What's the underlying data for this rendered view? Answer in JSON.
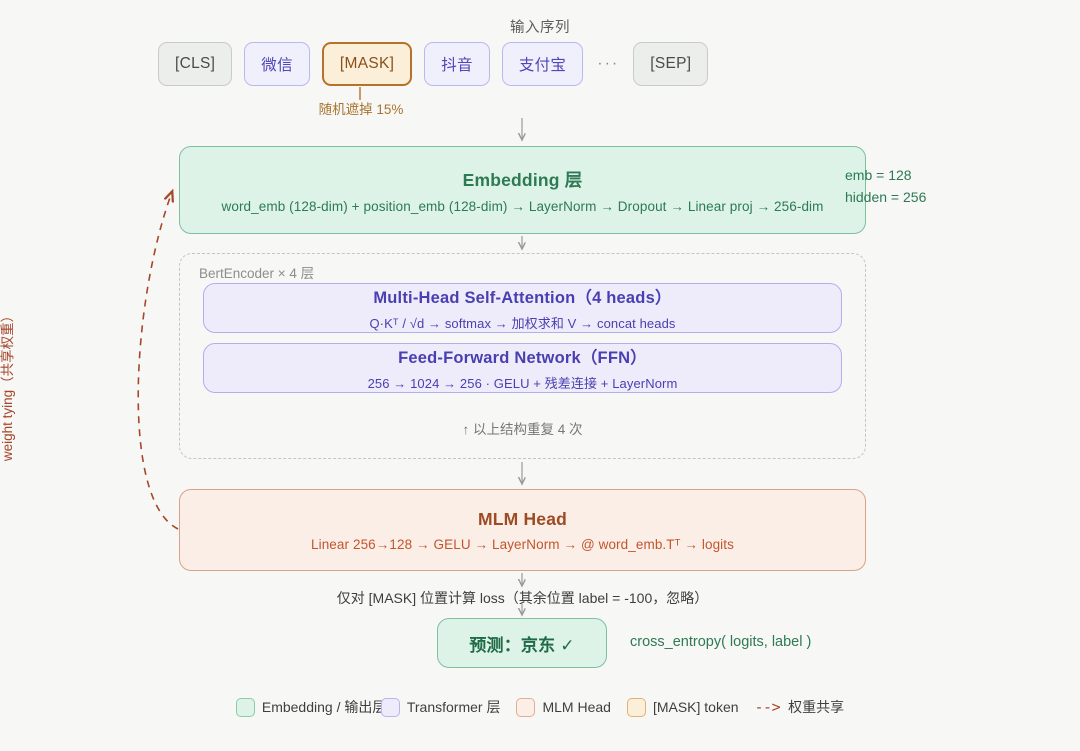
{
  "diagram": {
    "input_label": "输入序列",
    "tokens": [
      {
        "text": "[CLS]",
        "kind": "special"
      },
      {
        "text": "微信",
        "kind": "word"
      },
      {
        "text": "[MASK]",
        "kind": "mask"
      },
      {
        "text": "抖音",
        "kind": "word"
      },
      {
        "text": "支付宝",
        "kind": "word"
      },
      {
        "text": "···",
        "kind": "dots"
      },
      {
        "text": "[SEP]",
        "kind": "special"
      }
    ],
    "mask_note": "随机遮掉 15%",
    "embedding": {
      "title": "Embedding 层",
      "sub": "word_emb (128-dim) + position_emb (128-dim) → LayerNorm → Dropout → Linear proj → 256-dim",
      "note_line1": "emb = 128",
      "note_line2": "hidden = 256"
    },
    "encoder": {
      "label": "BertEncoder × 4 层",
      "attention": {
        "title": "Multi-Head Self-Attention（4 heads）",
        "sub": "Q·Kᵀ / √d → softmax → 加权求和 V → concat heads"
      },
      "ffn": {
        "title": "Feed-Forward Network（FFN）",
        "sub": "256 → 1024 → 256 · GELU + 残差连接 + LayerNorm"
      },
      "repeat_note": "↑ 以上结构重复 4 次"
    },
    "mlm_head": {
      "title": "MLM Head",
      "sub": "Linear 256→128 → GELU → LayerNorm → @ word_emb.Tᵀ → logits"
    },
    "loss_note": "仅对 [MASK] 位置计算 loss（其余位置 label = -100，忽略）",
    "prediction": "预测：京东 ✓",
    "cross_entropy": "cross_entropy( logits, label )",
    "weight_tying_label": "weight tying（共享权重）",
    "legend": [
      {
        "label": "Embedding / 输出层",
        "swatch": "sw-green"
      },
      {
        "label": "Transformer 层",
        "swatch": "sw-purple"
      },
      {
        "label": "MLM Head",
        "swatch": "sw-peach"
      },
      {
        "label": "[MASK] token",
        "swatch": "sw-cream"
      },
      {
        "label": "权重共享",
        "swatch": "dashed-arrow"
      }
    ],
    "colors": {
      "background": "#f7f7f5",
      "green_fill": "#ddf3e8",
      "green_border": "#7fbfa0",
      "green_text": "#2d7a53",
      "purple_fill": "#eeecfb",
      "purple_border": "#b4aeee",
      "purple_text": "#4a3fb0",
      "peach_fill": "#fbeee7",
      "peach_border": "#d9a288",
      "peach_text": "#b4512a",
      "mask_fill": "#fcefd9",
      "mask_border": "#b5722a",
      "tying_dash": "#a6472b"
    }
  }
}
